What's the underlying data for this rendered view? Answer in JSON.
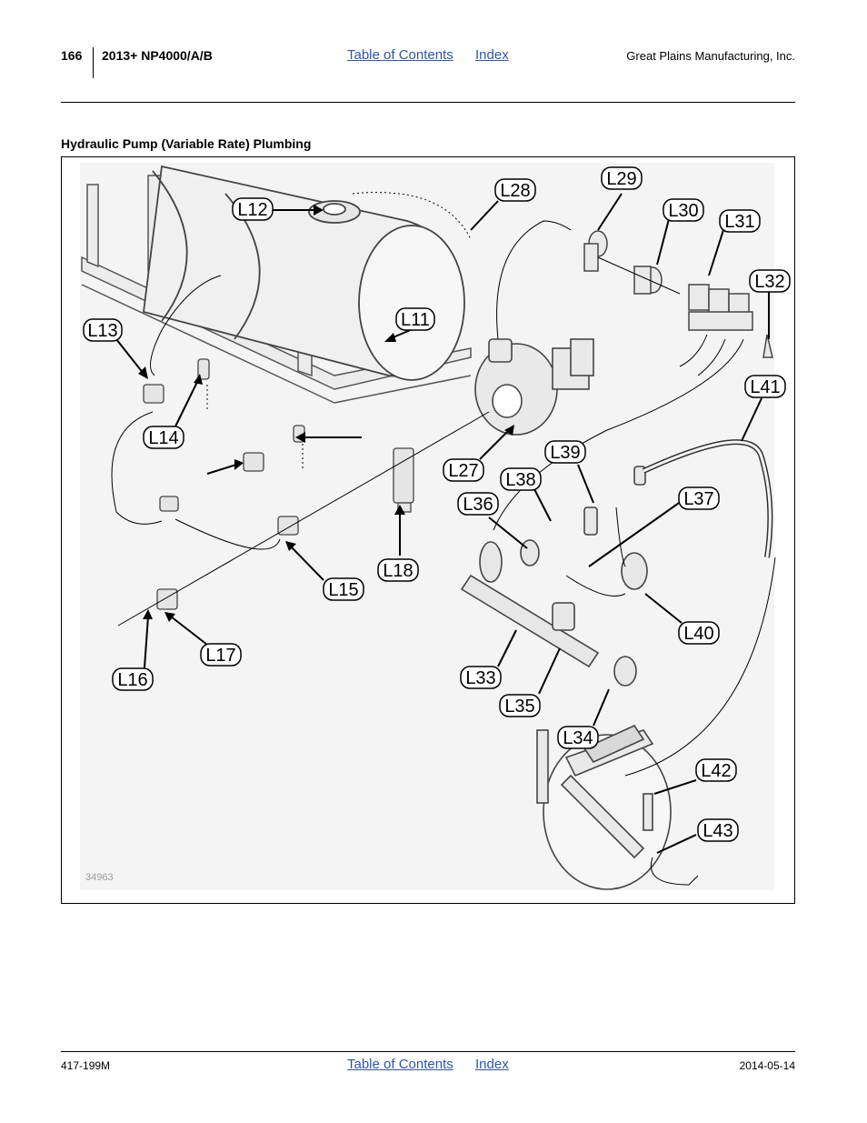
{
  "header": {
    "page_number": "166",
    "model": "2013+ NP4000/A/B",
    "toc_link": "Table of Contents",
    "index_link": "Index",
    "company": "Great Plains Manufacturing, Inc."
  },
  "section": {
    "title": "Hydraulic Pump (Variable Rate) Plumbing"
  },
  "figure": {
    "number": "34963",
    "callouts": [
      "L11",
      "L12",
      "L13",
      "L14",
      "L16",
      "L17",
      "L15",
      "L18",
      "L27",
      "L28",
      "L29",
      "L30",
      "L31",
      "L32",
      "L41",
      "L39",
      "L38",
      "L37",
      "L36",
      "L40",
      "L33",
      "L35",
      "L34",
      "L42",
      "L43"
    ],
    "colors": {
      "line": "#000000",
      "drawing_fill": "#f2f2f2",
      "drawing_stroke": "#555555"
    }
  },
  "footer": {
    "doc_number": "417-199M",
    "toc_link": "Table of Contents",
    "index_link": "Index",
    "date": "2014-05-14"
  }
}
